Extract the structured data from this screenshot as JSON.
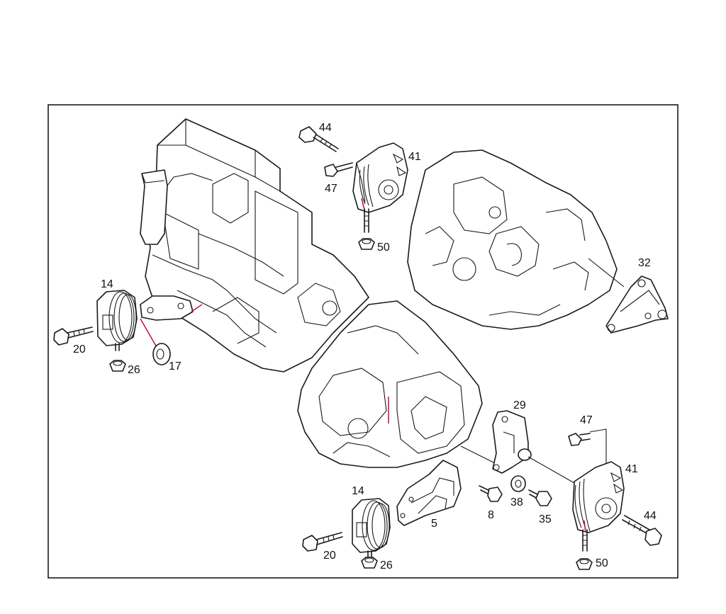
{
  "colors": {
    "line": "#1a1a1a",
    "highlight": "#c2185b",
    "background": "#ffffff"
  },
  "callouts": {
    "engine_mount_left_number": "14",
    "engine_mount_left_bolt": "20",
    "engine_mount_left_nut": "26",
    "engine_mount_left_washer": "17",
    "top_bolt_44": "44",
    "top_bolt_47": "47",
    "top_mount_41": "41",
    "top_nut_50": "50",
    "transmission_bracket_32": "32",
    "bracket_29": "29",
    "lower_bolt_47": "47",
    "lower_mount_41": "41",
    "lower_bolt_44": "44",
    "lower_nut_50": "50",
    "bracket_5": "5",
    "bolt_8": "8",
    "washer_38": "38",
    "bolt_35": "35",
    "lower_mount_14": "14",
    "lower_bolt_20": "20",
    "lower_nut_26": "26"
  }
}
